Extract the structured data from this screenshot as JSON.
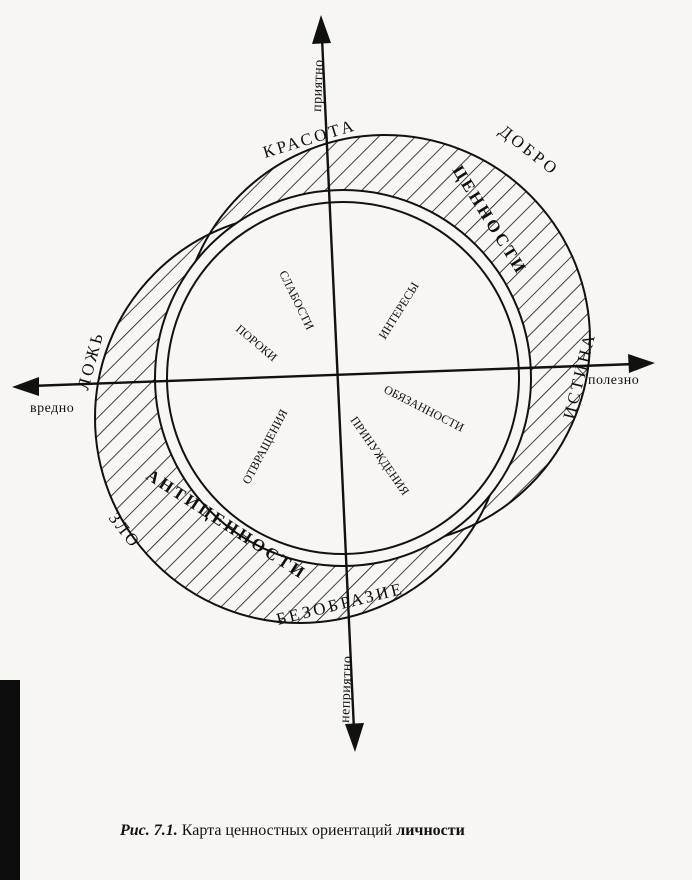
{
  "diagram": {
    "poles": {
      "top": "КРАСОТА",
      "top_right": "ДОБРО",
      "right": "ИСТИНА",
      "left": "ЛОЖЬ",
      "bottom_left": "ЗЛО",
      "bottom": "БЕЗОБРАЗИЕ"
    },
    "axes": {
      "up": "приятно",
      "down": "неприятно",
      "left": "вредно",
      "right": "полезно"
    },
    "bands": {
      "values": "ЦЕННОСТИ",
      "antivalues": "АНТИЦЕННОСТИ"
    },
    "inner": {
      "weaknesses": "СЛАБОСТИ",
      "vices": "ПОРОКИ",
      "interests": "ИНТЕРЕСЫ",
      "duties": "ОБЯЗАННОСТИ",
      "aversions": "ОТВРАЩЕНИЯ",
      "coercions": "ПРИНУЖДЕНИЯ"
    }
  },
  "caption": {
    "prefix": "Рис. 7.1.",
    "text": "Карта ценностных ориентаций",
    "bold_word": "личности"
  }
}
